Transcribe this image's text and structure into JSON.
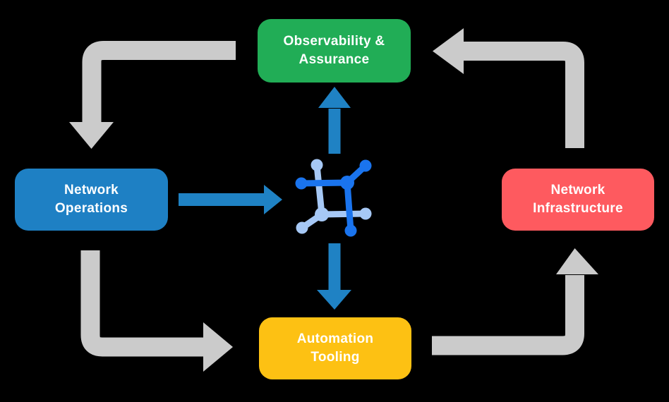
{
  "canvas": {
    "background": "#000000"
  },
  "diagram": {
    "nodes": {
      "observability": {
        "label": "Observability &\nAssurance",
        "color": "#21ad56"
      },
      "operations": {
        "label": "Network\nOperations",
        "color": "#1e80c4"
      },
      "infrastructure": {
        "label": "Network\nInfrastructure",
        "color": "#fe5a5f"
      },
      "automation": {
        "label": "Automation\nTooling",
        "color": "#fdc113"
      }
    },
    "center_icon": {
      "name": "network-hub-icon",
      "color_dark": "#1a74ee",
      "color_light": "#a6c8f5"
    },
    "arrows": {
      "cycle_color": "#cbcbcb",
      "flow_color": "#1f82c4",
      "cycle": [
        {
          "from": "observability",
          "to": "operations"
        },
        {
          "from": "operations",
          "to": "automation"
        },
        {
          "from": "automation",
          "to": "infrastructure"
        },
        {
          "from": "infrastructure",
          "to": "observability"
        }
      ],
      "flows": [
        {
          "from": "operations",
          "to": "center-icon"
        },
        {
          "from": "center-icon",
          "to": "observability"
        },
        {
          "from": "center-icon",
          "to": "automation"
        }
      ]
    }
  }
}
